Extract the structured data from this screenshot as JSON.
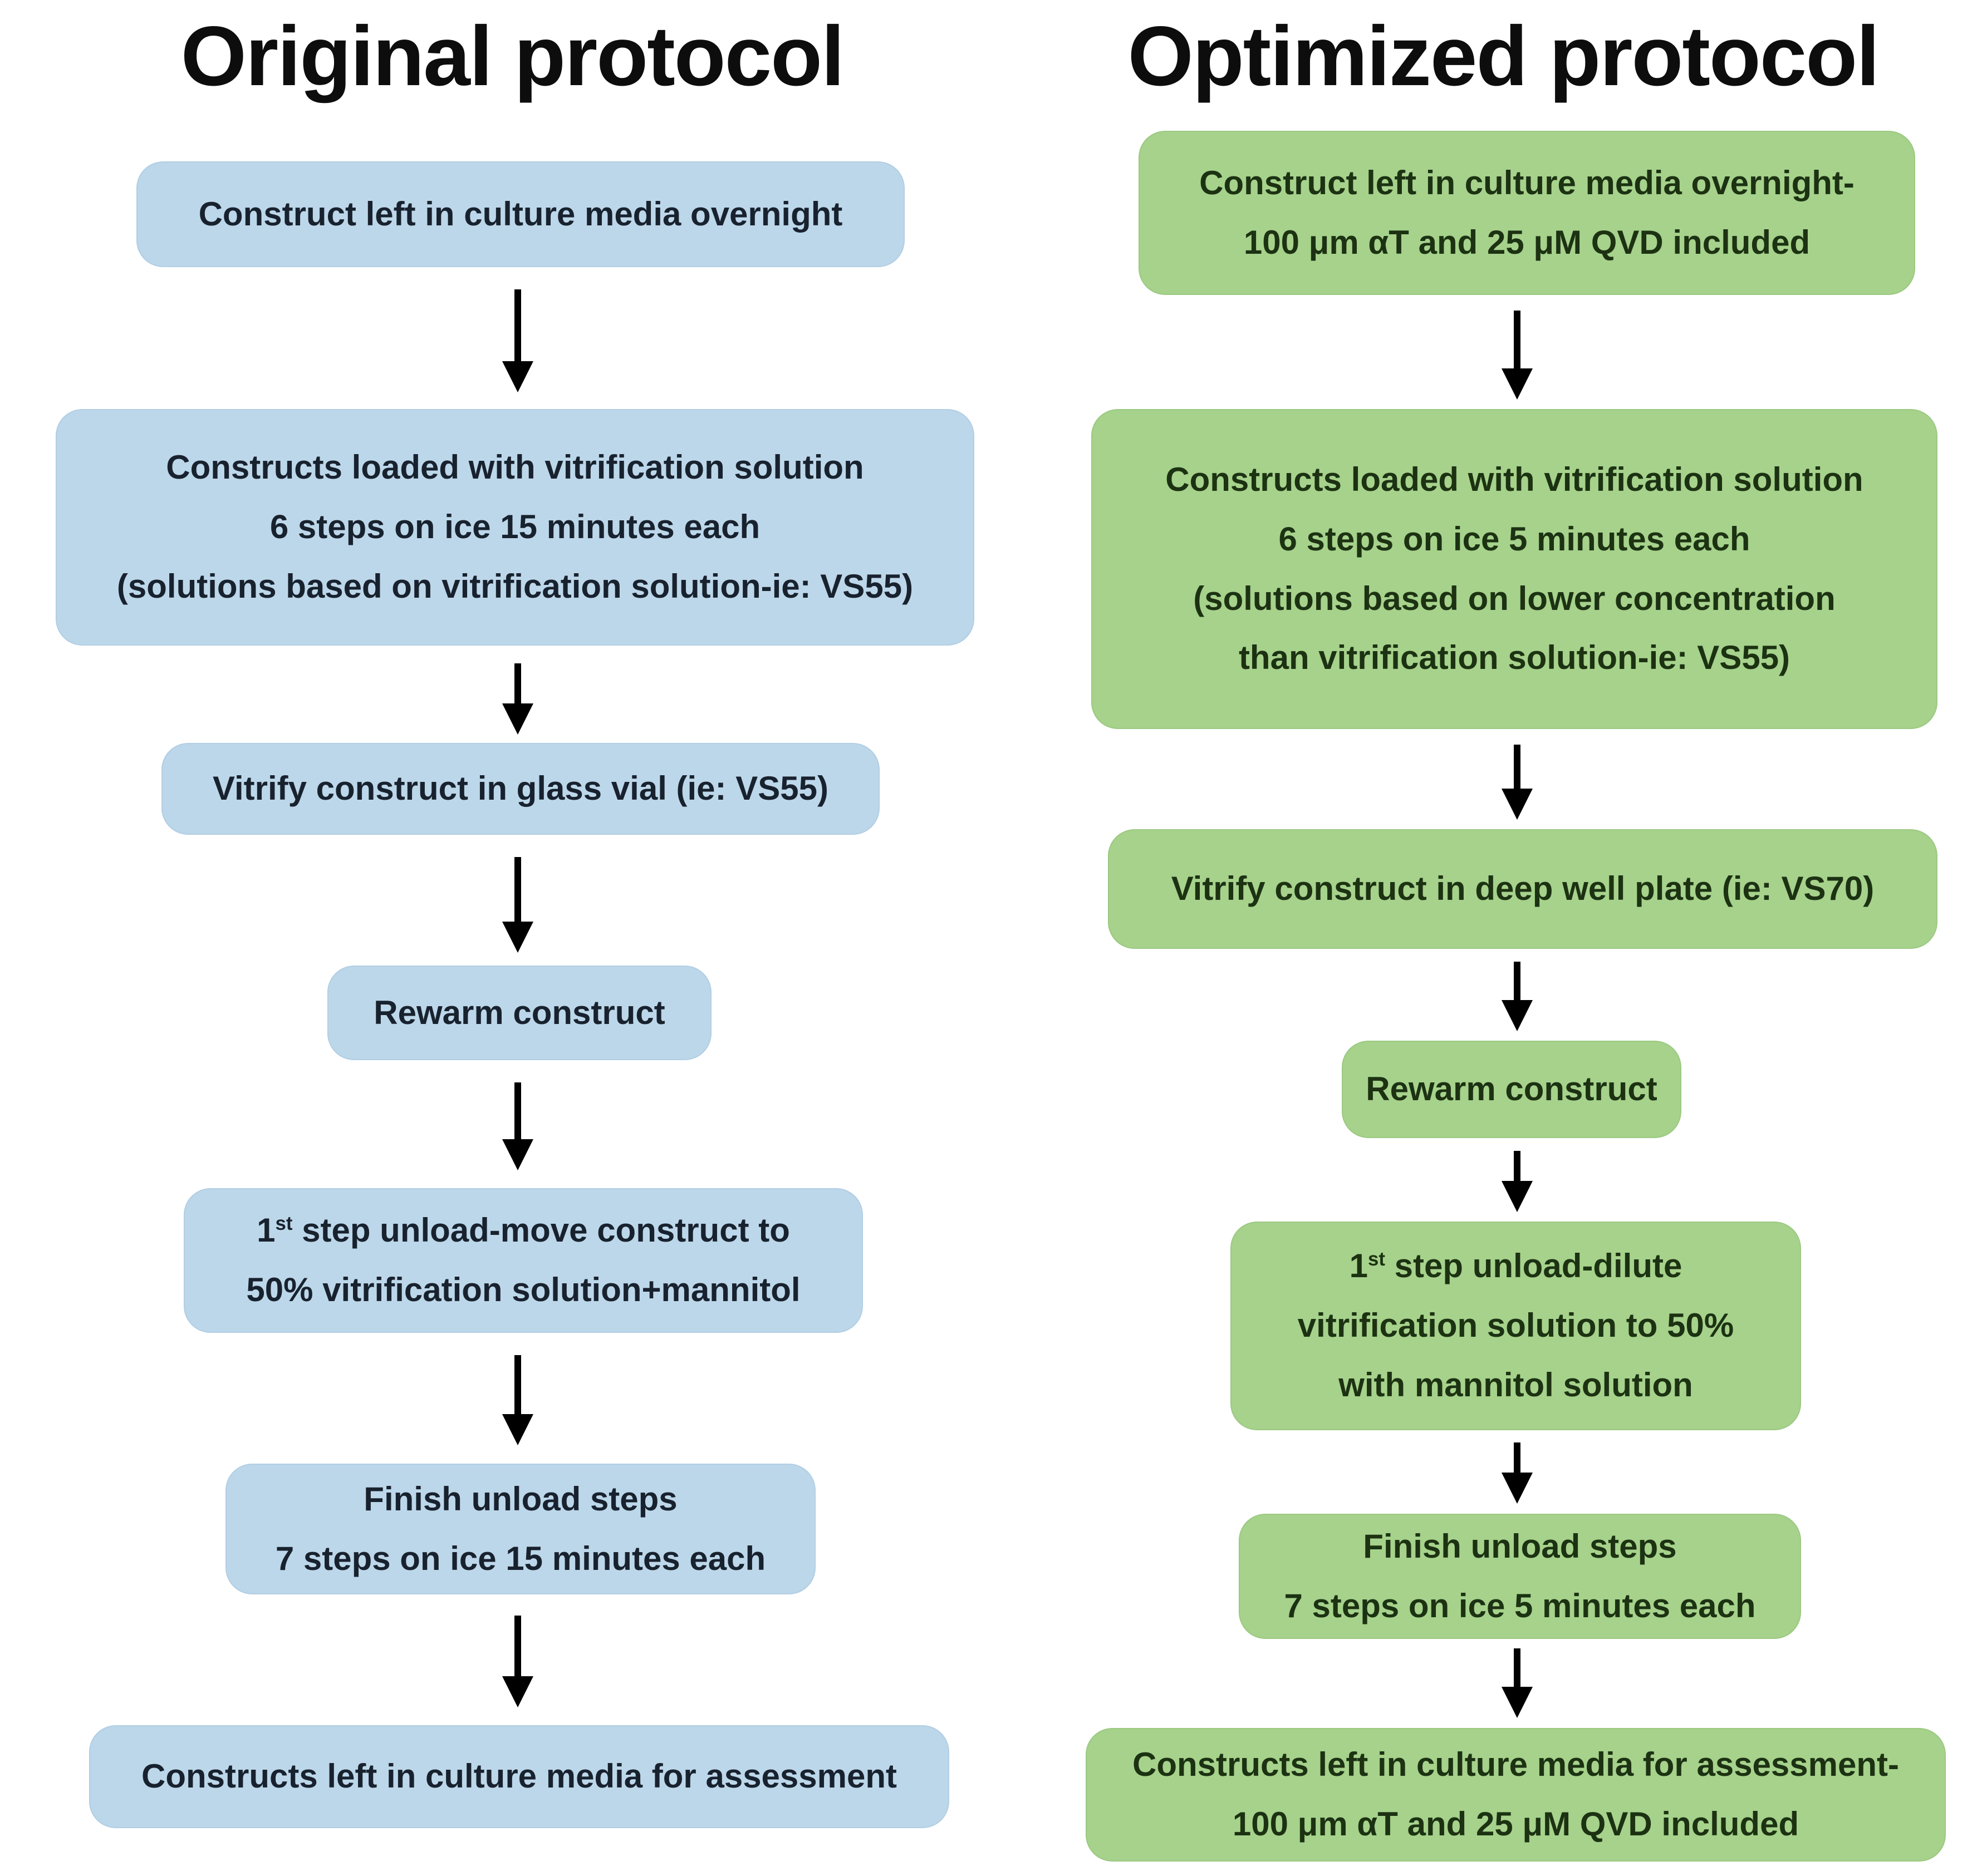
{
  "colors": {
    "original_box_fill": "#bdd7ea",
    "original_box_text": "#18222e",
    "optimized_box_fill": "#a6d28c",
    "optimized_box_text": "#1c3212",
    "arrow": "#000000",
    "background": "#ffffff"
  },
  "original": {
    "title": "Original protocol",
    "boxes": [
      {
        "lines": [
          "Construct left in culture media overnight"
        ]
      },
      {
        "lines": [
          "Constructs loaded with vitrification solution",
          "6 steps on ice 15 minutes each",
          "(solutions based on vitrification solution-ie: VS55)"
        ]
      },
      {
        "lines": [
          "Vitrify construct in glass vial (ie: VS55)"
        ]
      },
      {
        "lines": [
          "Rewarm construct"
        ]
      },
      {
        "line1": {
          "pre": "1",
          "sup": "st",
          "post": " step unload-move construct to"
        },
        "lines": [
          "50% vitrification solution+mannitol"
        ]
      },
      {
        "lines": [
          "Finish unload steps",
          "7 steps on ice 15 minutes each"
        ]
      },
      {
        "lines": [
          "Constructs left in culture media for assessment"
        ]
      }
    ]
  },
  "optimized": {
    "title": "Optimized protocol",
    "boxes": [
      {
        "lines": [
          "Construct left in culture media overnight-",
          "100 μm αT and 25 μM QVD included"
        ]
      },
      {
        "lines": [
          "Constructs loaded with vitrification solution",
          "6 steps on ice 5 minutes each",
          "(solutions based on lower concentration",
          "than vitrification solution-ie: VS55)"
        ]
      },
      {
        "lines": [
          "Vitrify construct in deep well plate (ie: VS70)"
        ]
      },
      {
        "lines": [
          "Rewarm construct"
        ]
      },
      {
        "line1": {
          "pre": "1",
          "sup": "st",
          "post": " step unload-dilute"
        },
        "lines": [
          "vitrification solution to 50%",
          "with mannitol solution"
        ]
      },
      {
        "lines": [
          "Finish unload steps",
          "7 steps on ice 5 minutes each"
        ]
      },
      {
        "lines": [
          "Constructs left in culture media for assessment-",
          "100 μm αT and 25 μM QVD included"
        ]
      }
    ]
  }
}
